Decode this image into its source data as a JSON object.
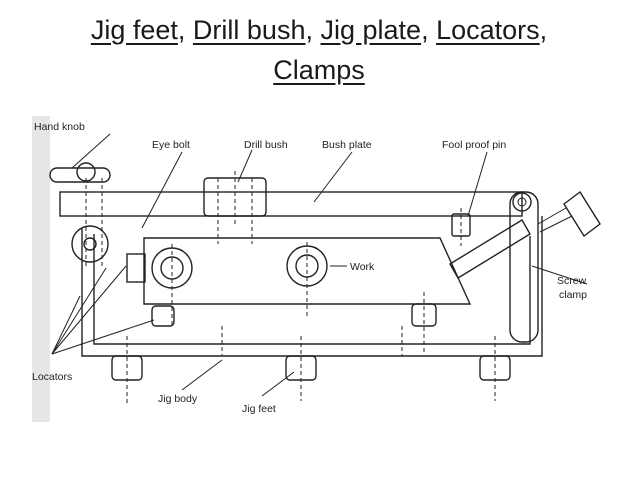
{
  "title": {
    "line1": [
      {
        "text": "Jig feet",
        "kw": true
      },
      {
        "text": ", ",
        "kw": false
      },
      {
        "text": "Drill bush",
        "kw": true
      },
      {
        "text": ", ",
        "kw": false
      },
      {
        "text": "Jig plate",
        "kw": true
      },
      {
        "text": ", ",
        "kw": false
      },
      {
        "text": "Locators",
        "kw": true
      },
      {
        "text": ",",
        "kw": false
      }
    ],
    "line2": "Clamps"
  },
  "diagram": {
    "labels": {
      "hand_knob": "Hand knob",
      "eye_bolt": "Eye bolt",
      "drill_bush": "Drill bush",
      "bush_plate": "Bush plate",
      "fool_proof_pin": "Fool proof pin",
      "work": "Work",
      "screw_clamp_1": "Screw",
      "screw_clamp_2": "clamp",
      "locators": "Locators",
      "jig_body": "Jig body",
      "jig_feet": "Jig feet"
    }
  }
}
